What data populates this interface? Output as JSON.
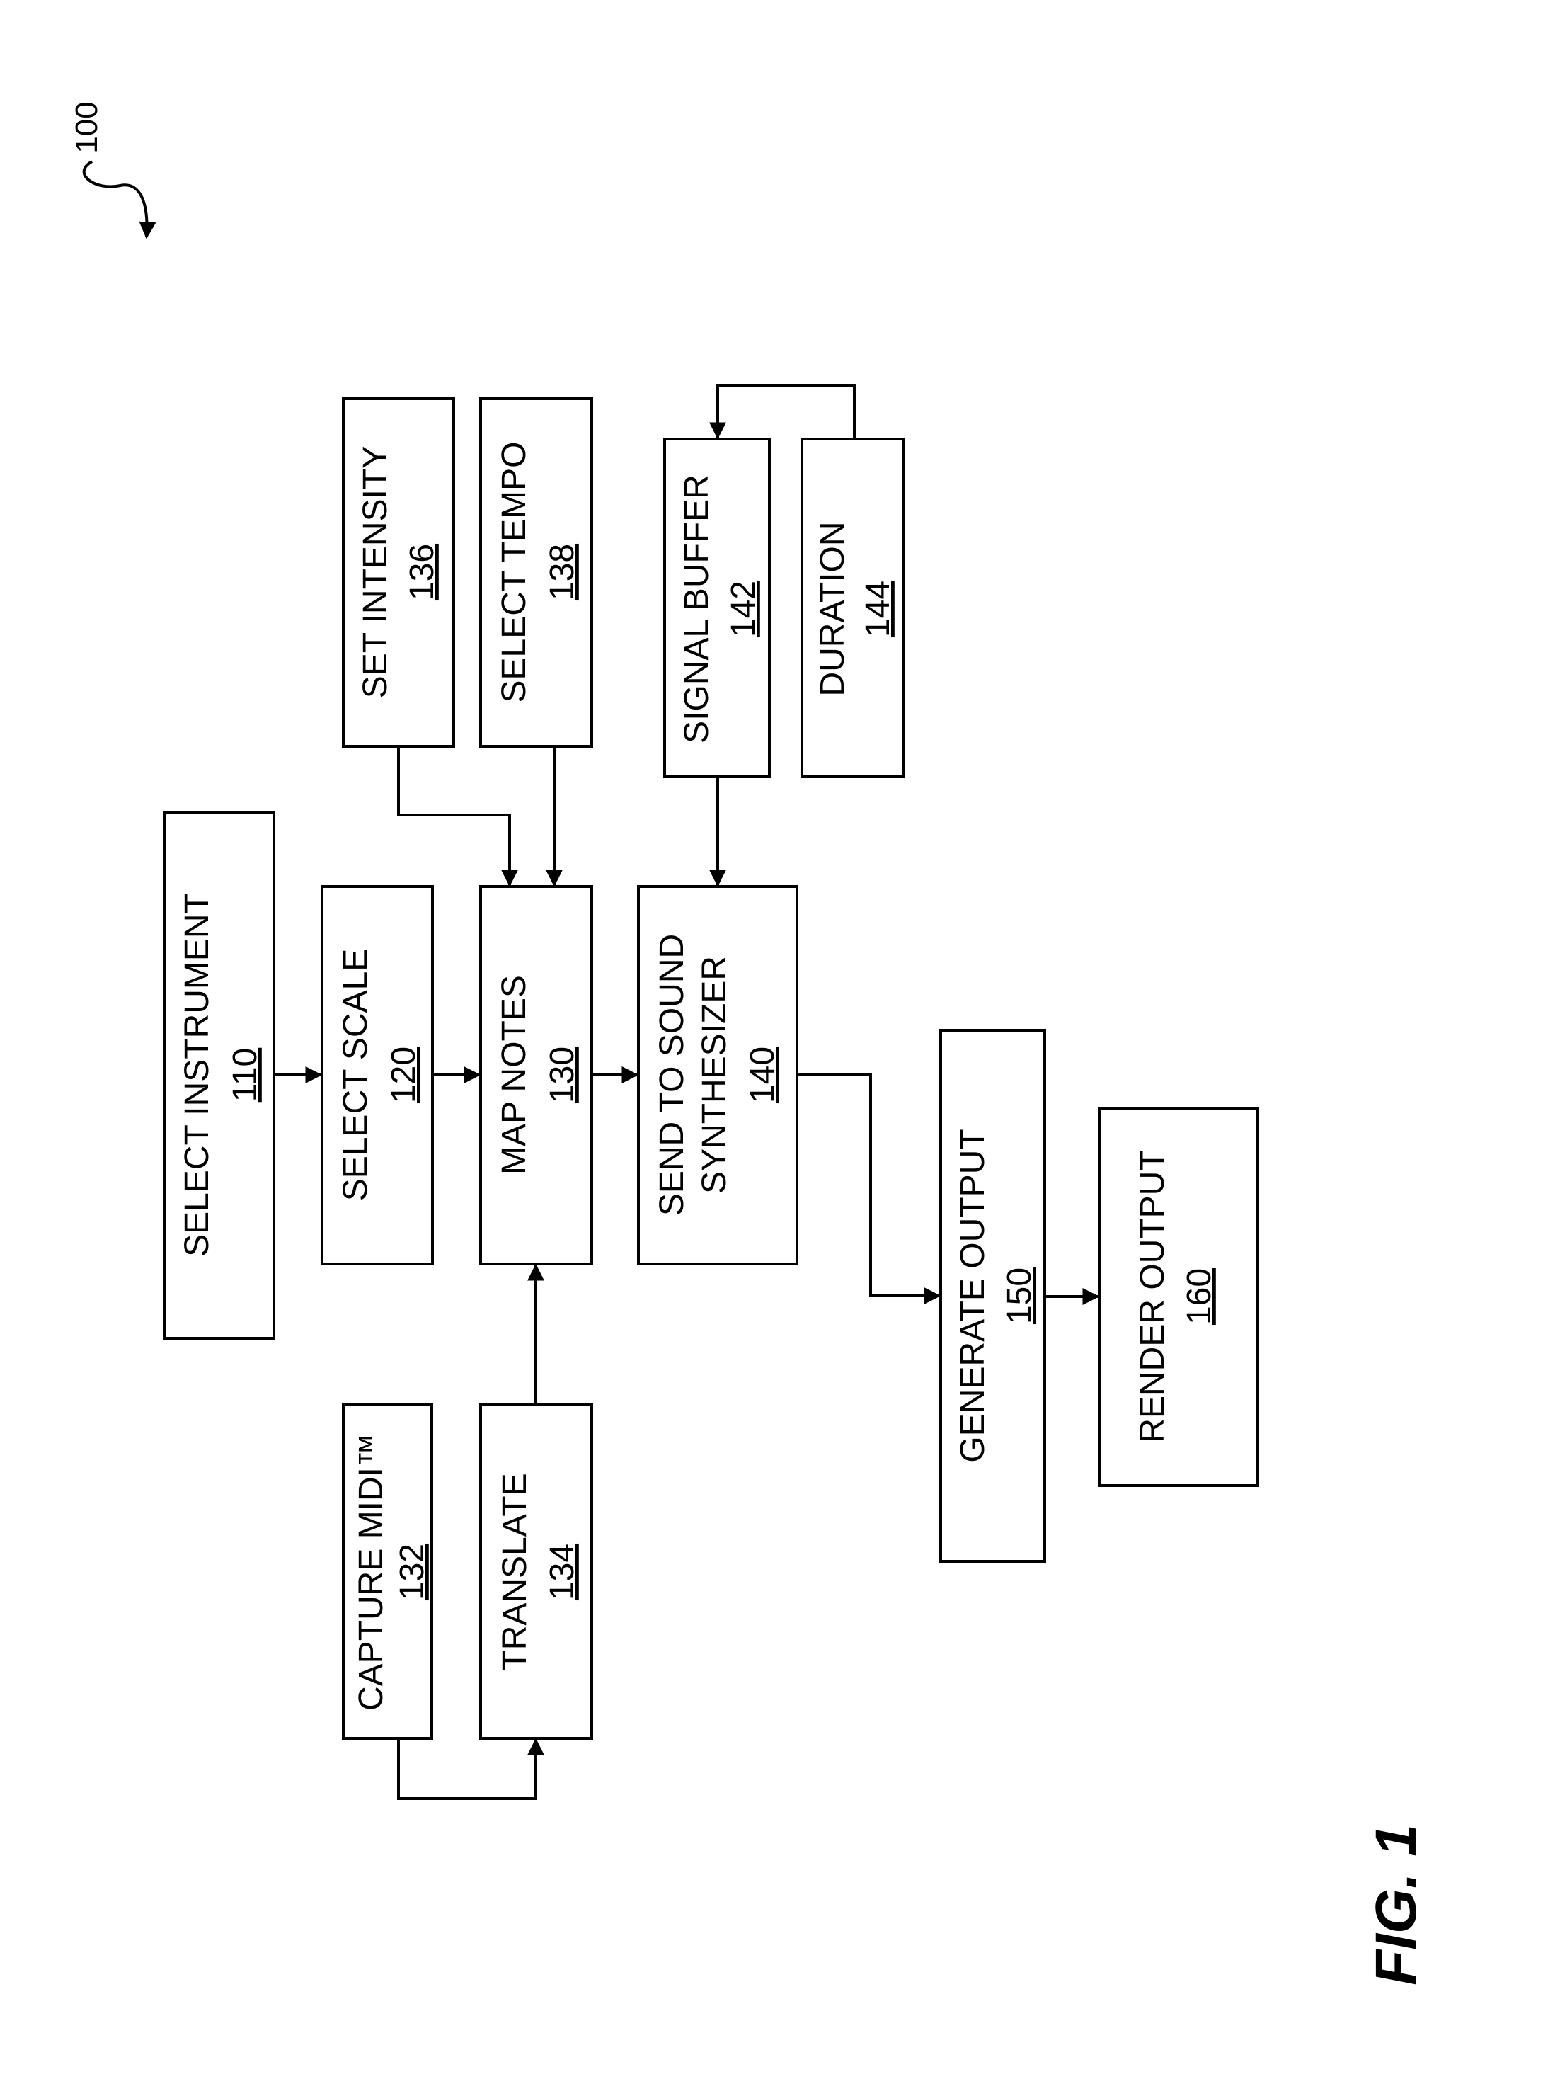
{
  "figure": {
    "title": "FIG. 1",
    "reference_numeral": "100"
  },
  "boxes": {
    "select_instrument": {
      "label": "SELECT INSTRUMENT",
      "ref": "110"
    },
    "select_scale": {
      "label": "SELECT SCALE",
      "ref": "120"
    },
    "map_notes": {
      "label": "MAP NOTES",
      "ref": "130"
    },
    "capture_midi": {
      "label": "CAPTURE MIDI™",
      "ref": "132"
    },
    "translate": {
      "label": "TRANSLATE",
      "ref": "134"
    },
    "set_intensity": {
      "label": "SET INTENSITY",
      "ref": "136"
    },
    "select_tempo": {
      "label": "SELECT TEMPO",
      "ref": "138"
    },
    "send_to_synth": {
      "label_line1": "SEND TO SOUND",
      "label_line2": "SYNTHESIZER",
      "ref": "140"
    },
    "signal_buffer": {
      "label": "SIGNAL BUFFER",
      "ref": "142"
    },
    "duration": {
      "label": "DURATION",
      "ref": "144"
    },
    "generate_output": {
      "label": "GENERATE OUTPUT",
      "ref": "150"
    },
    "render_output": {
      "label": "RENDER OUTPUT",
      "ref": "160"
    }
  }
}
